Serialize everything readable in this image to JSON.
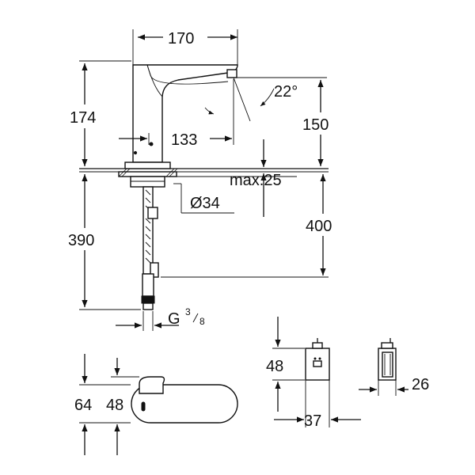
{
  "drawing": {
    "dimensions": {
      "width_170": "170",
      "height_174": "174",
      "angle_22": "22°",
      "reach_133": "133",
      "height_150": "150",
      "max_25": "max.25",
      "diameter_34": "Ø34",
      "depth_390": "390",
      "depth_400": "400",
      "thread_g": "G",
      "thread_num": "3",
      "thread_den": "8",
      "plan_64": "64",
      "plan_48": "48",
      "box_48": "48",
      "box_37": "37",
      "box_26": "26"
    }
  }
}
